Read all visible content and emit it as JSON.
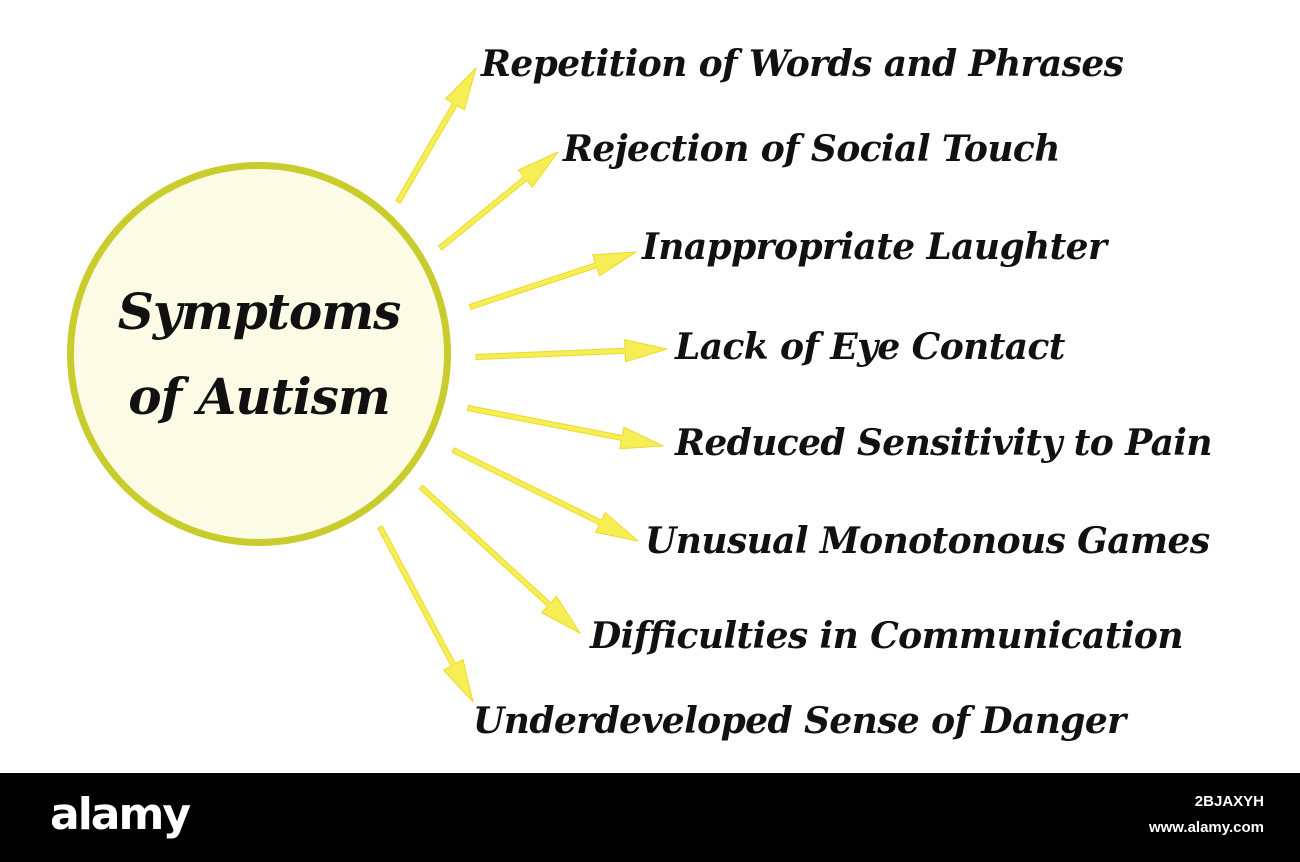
{
  "colors": {
    "arrow": "#f7ee55",
    "arrow_stroke": "#e9db2c",
    "hub_border": "#c8cc2c",
    "hub_fill": "#fcfce6",
    "text": "#111111",
    "footer_bg": "#000000"
  },
  "center": {
    "line1": "Symptoms",
    "line2": "of Autism"
  },
  "symptoms": [
    "Repetition of Words and Phrases",
    "Rejection of  Social Touch",
    "Inappropriate Laughter",
    "Lack of Eye Contact",
    "Reduced Sensitivity to Pain",
    "Unusual Monotonous Games",
    "Difficulties in Communication",
    "Underdeveloped Sense of Danger"
  ],
  "watermark": {
    "brand": "alamy",
    "image_id": "2BJAXYH",
    "url": "www.alamy.com"
  }
}
